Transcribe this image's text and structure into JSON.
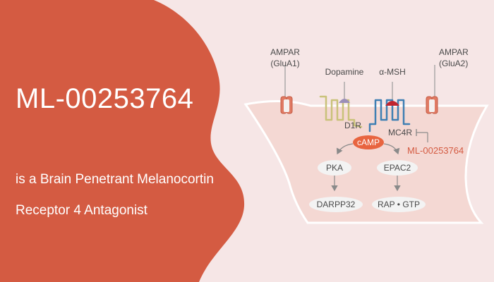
{
  "banner": {
    "title": "ML-00253764",
    "subtitle_line1": "is a Brain Penetrant Melanocortin",
    "subtitle_line2": "Receptor 4 Antagonist"
  },
  "diagram": {
    "ampar_left_line1": "AMPAR",
    "ampar_left_line2": "(GluA1)",
    "ampar_right_line1": "AMPAR",
    "ampar_right_line2": "(GluA2)",
    "dopamine": "Dopamine",
    "alpha_msh": "α-MSH",
    "d1r": "D1R",
    "mc4r": "MC4R",
    "camp": "cAMP",
    "antagonist": "ML-00253764",
    "pka": "PKA",
    "epac2": "EPAC2",
    "darpp32": "DARPP32",
    "rap_gtp": "RAP • GTP"
  },
  "colors": {
    "primary": "#d45b42",
    "background": "#f6e6e6",
    "cell_fill": "#f4d8d3",
    "pill_fill": "#f3f3f3",
    "d1r_receptor": "#c9c27a",
    "mc4r_receptor": "#3f7fb3"
  }
}
